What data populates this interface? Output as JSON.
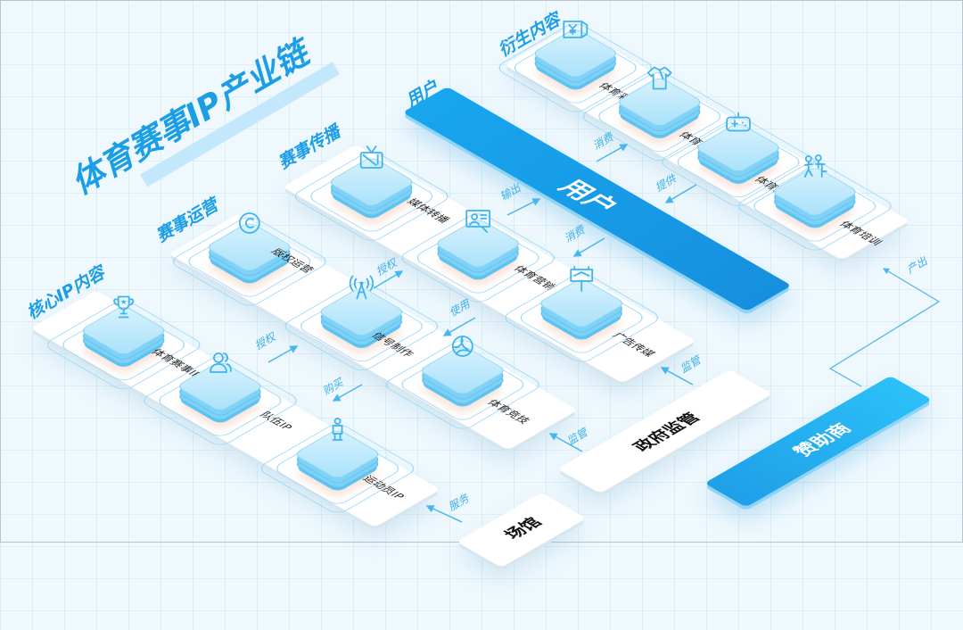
{
  "title": "体育赛事IP产业链",
  "colors": {
    "accent": "#1b9ee6",
    "user_bar": "#1690de",
    "sponsor": "#2cc0f8",
    "background": "#eef8fd"
  },
  "categories": {
    "core": "核心IP内容",
    "operation": "赛事运营",
    "broadcast": "赛事传播",
    "user": "用户",
    "derivative": "衍生内容"
  },
  "strips": [
    {
      "key": "core",
      "items": [
        {
          "label": "体育赛事IP",
          "icon": "trophy-icon"
        },
        {
          "label": "队伍IP",
          "icon": "team-icon"
        },
        {
          "label": "运动员IP",
          "icon": "athlete-icon"
        }
      ]
    },
    {
      "key": "operation",
      "items": [
        {
          "label": "版权运营",
          "icon": "copyright-icon"
        },
        {
          "label": "信号制作",
          "icon": "antenna-icon"
        },
        {
          "label": "体育竞技",
          "icon": "volleyball-icon"
        }
      ]
    },
    {
      "key": "broadcast",
      "items": [
        {
          "label": "媒体转播",
          "icon": "tv-icon"
        },
        {
          "label": "体育营销",
          "icon": "marketing-icon"
        },
        {
          "label": "广告传媒",
          "icon": "billboard-icon"
        }
      ]
    },
    {
      "key": "derivative",
      "items": [
        {
          "label": "体育彩票",
          "icon": "ticket-icon"
        },
        {
          "label": "体育服饰",
          "icon": "tshirt-icon"
        },
        {
          "label": "体育游戏",
          "icon": "gamepad-icon"
        },
        {
          "label": "体育培训",
          "icon": "training-icon"
        }
      ]
    }
  ],
  "blocks": {
    "user": "用户",
    "government": "政府监管",
    "venue": "场馆",
    "sponsor": "赞助商"
  },
  "flows": [
    "授权",
    "购买",
    "授权",
    "使用",
    "输出",
    "消费",
    "消费",
    "提供",
    "监管",
    "监管",
    "服务",
    "产出"
  ]
}
